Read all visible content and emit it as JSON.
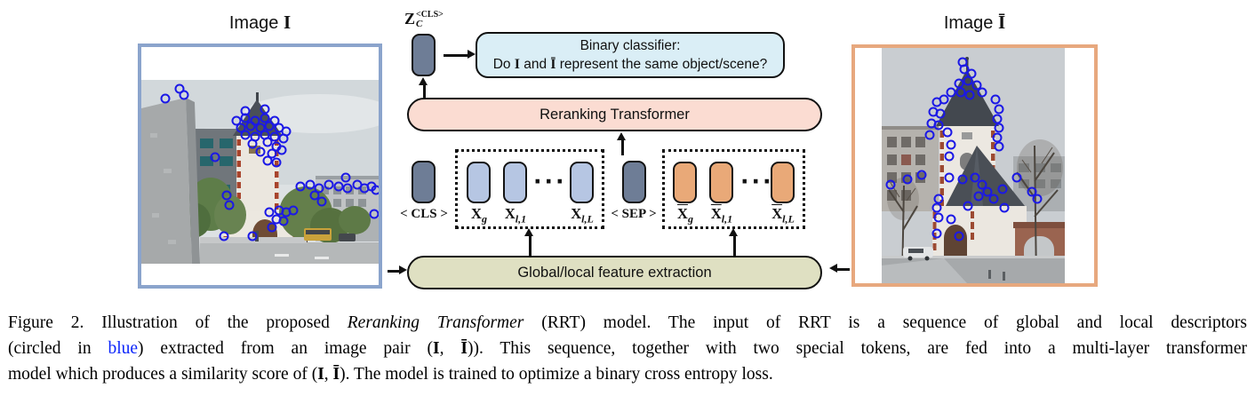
{
  "figure": {
    "left_image": {
      "label_prefix": "Image ",
      "label_symbol": "I",
      "border_color": "#8ba4cc",
      "keypoint_color": "#1b18e6",
      "keypoints": [
        [
          0.16,
          0.05
        ],
        [
          0.18,
          0.08
        ],
        [
          0.1,
          0.1
        ],
        [
          0.44,
          0.17
        ],
        [
          0.52,
          0.16
        ],
        [
          0.4,
          0.22
        ],
        [
          0.44,
          0.21
        ],
        [
          0.48,
          0.22
        ],
        [
          0.52,
          0.21
        ],
        [
          0.56,
          0.22
        ],
        [
          0.42,
          0.26
        ],
        [
          0.46,
          0.25
        ],
        [
          0.5,
          0.26
        ],
        [
          0.54,
          0.25
        ],
        [
          0.58,
          0.26
        ],
        [
          0.61,
          0.28
        ],
        [
          0.44,
          0.3
        ],
        [
          0.48,
          0.31
        ],
        [
          0.52,
          0.3
        ],
        [
          0.56,
          0.31
        ],
        [
          0.6,
          0.32
        ],
        [
          0.47,
          0.35
        ],
        [
          0.53,
          0.34
        ],
        [
          0.57,
          0.36
        ],
        [
          0.5,
          0.39
        ],
        [
          0.55,
          0.4
        ],
        [
          0.59,
          0.38
        ],
        [
          0.53,
          0.44
        ],
        [
          0.57,
          0.45
        ],
        [
          0.31,
          0.42
        ],
        [
          0.36,
          0.63
        ],
        [
          0.37,
          0.68
        ],
        [
          0.67,
          0.58
        ],
        [
          0.71,
          0.57
        ],
        [
          0.75,
          0.59
        ],
        [
          0.79,
          0.57
        ],
        [
          0.83,
          0.58
        ],
        [
          0.87,
          0.59
        ],
        [
          0.91,
          0.57
        ],
        [
          0.94,
          0.59
        ],
        [
          0.97,
          0.58
        ],
        [
          0.99,
          0.6
        ],
        [
          0.86,
          0.53
        ],
        [
          0.73,
          0.63
        ],
        [
          0.76,
          0.66
        ],
        [
          0.54,
          0.72
        ],
        [
          0.58,
          0.71
        ],
        [
          0.61,
          0.72
        ],
        [
          0.64,
          0.71
        ],
        [
          0.57,
          0.76
        ],
        [
          0.6,
          0.77
        ],
        [
          0.55,
          0.8
        ],
        [
          0.35,
          0.85
        ],
        [
          0.47,
          0.85
        ],
        [
          0.98,
          0.73
        ]
      ]
    },
    "right_image": {
      "label_prefix": "Image ",
      "label_symbol": "Ī",
      "border_color": "#e7a87e",
      "keypoint_color": "#1b18e6",
      "keypoints": [
        [
          0.44,
          0.06
        ],
        [
          0.45,
          0.09
        ],
        [
          0.49,
          0.11
        ],
        [
          0.42,
          0.15
        ],
        [
          0.47,
          0.14
        ],
        [
          0.52,
          0.16
        ],
        [
          0.38,
          0.19
        ],
        [
          0.43,
          0.19
        ],
        [
          0.48,
          0.2
        ],
        [
          0.55,
          0.19
        ],
        [
          0.3,
          0.23
        ],
        [
          0.34,
          0.22
        ],
        [
          0.28,
          0.27
        ],
        [
          0.32,
          0.28
        ],
        [
          0.27,
          0.32
        ],
        [
          0.31,
          0.33
        ],
        [
          0.26,
          0.37
        ],
        [
          0.36,
          0.36
        ],
        [
          0.38,
          0.41
        ],
        [
          0.37,
          0.46
        ],
        [
          0.62,
          0.22
        ],
        [
          0.64,
          0.26
        ],
        [
          0.63,
          0.3
        ],
        [
          0.64,
          0.34
        ],
        [
          0.63,
          0.38
        ],
        [
          0.64,
          0.42
        ],
        [
          0.05,
          0.58
        ],
        [
          0.14,
          0.56
        ],
        [
          0.22,
          0.54
        ],
        [
          0.37,
          0.55
        ],
        [
          0.44,
          0.56
        ],
        [
          0.51,
          0.55
        ],
        [
          0.55,
          0.58
        ],
        [
          0.58,
          0.61
        ],
        [
          0.66,
          0.6
        ],
        [
          0.61,
          0.64
        ],
        [
          0.67,
          0.68
        ],
        [
          0.74,
          0.55
        ],
        [
          0.82,
          0.61
        ],
        [
          0.85,
          0.64
        ],
        [
          0.31,
          0.64
        ],
        [
          0.3,
          0.68
        ],
        [
          0.31,
          0.72
        ],
        [
          0.38,
          0.73
        ],
        [
          0.3,
          0.79
        ],
        [
          0.42,
          0.8
        ],
        [
          0.53,
          0.63
        ],
        [
          0.47,
          0.67
        ]
      ]
    },
    "cls_output": {
      "symbol": "Z",
      "subscript": "C",
      "superscript": "<CLS>"
    },
    "classifier": {
      "fill": "#daeef6",
      "line1": "Binary classifier:",
      "q_prefix": "Do ",
      "q_img1": "I",
      "q_mid": " and ",
      "q_img2": "Ī",
      "q_suffix": " represent the same object/scene?"
    },
    "transformer": {
      "label": "Reranking Transformer",
      "fill": "#fbdcd2"
    },
    "extraction": {
      "label": "Global/local feature extraction",
      "fill": "#dfe0c2"
    },
    "tokens": {
      "cls_label": "< CLS >",
      "sep_label": "< SEP >",
      "dots": "···",
      "special_fill": "#6e7d96",
      "query_fill": "#b6c6e3",
      "reference_fill": "#e9a978",
      "query": {
        "g": {
          "main": "X",
          "sub": "g",
          "bar": false
        },
        "l1": {
          "main": "X",
          "sub": "l,1",
          "bar": false
        },
        "lL": {
          "main": "X",
          "sub": "l,L",
          "bar": false
        }
      },
      "reference": {
        "g": {
          "main": "X",
          "sub": "g",
          "bar": true
        },
        "l1": {
          "main": "X",
          "sub": "l,1",
          "bar": true
        },
        "lL": {
          "main": "X",
          "sub": "l,L",
          "bar": true
        }
      }
    }
  },
  "caption": {
    "line1": {
      "p1": "Figure 2. Illustration of the proposed ",
      "p2": "Reranking Transformer",
      "p3": " (RRT) model. The input of RRT is a sequence of global and local descriptors"
    },
    "line2": {
      "p1": "(circled in ",
      "p2": "blue",
      "p3": ") extracted from an image pair (",
      "m1": "I",
      "c": ", ",
      "m2": "Ī",
      "p4": ")). This sequence, together with two special tokens, are fed into a multi-layer transformer"
    },
    "line3": {
      "p1": "model which produces a similarity score of (",
      "m1": "I",
      "c": ", ",
      "m2": "Ī",
      "p2": "). The model is trained to optimize a binary cross entropy loss."
    }
  }
}
